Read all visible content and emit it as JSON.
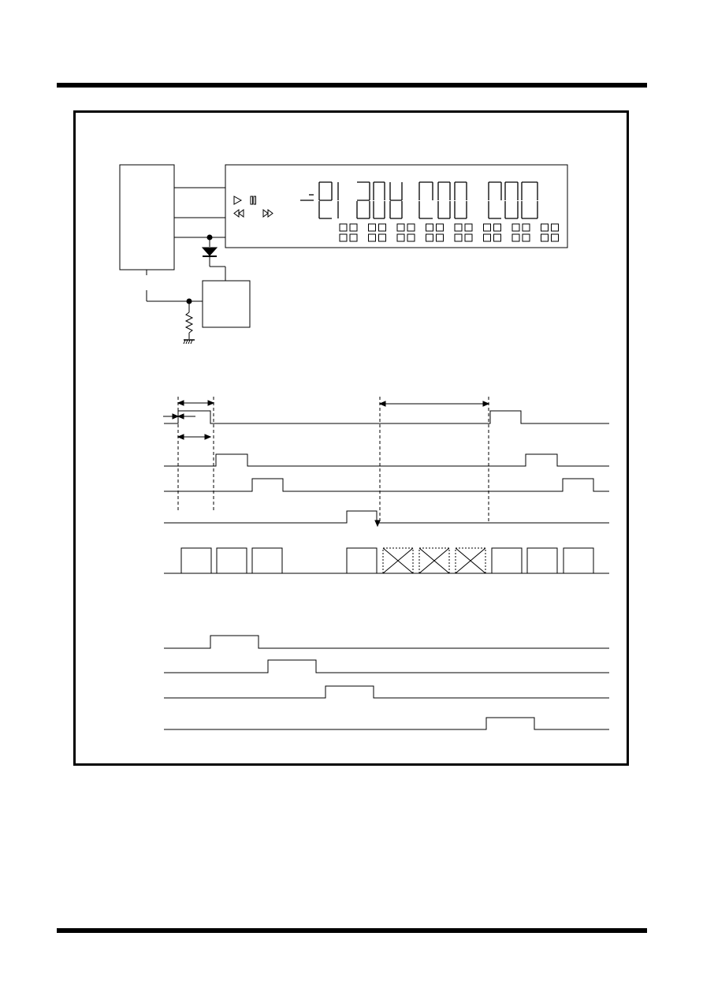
{
  "page": {
    "rule_color": "#000000",
    "line_color": "#000000"
  },
  "figure": {
    "display_panel": {
      "top_icons": [
        "play-icon",
        "pause-icon"
      ],
      "bottom_icons": [
        "rewind-icon",
        "fast-forward-icon"
      ],
      "segment_rows": 2,
      "square_indicator_rows": 2,
      "square_indicator_pairs_per_row": 8
    },
    "timing": {
      "upper_group_waveforms": 4,
      "data_slots": [
        "valid",
        "valid",
        "valid",
        "valid",
        "invalid",
        "invalid",
        "invalid",
        "valid",
        "valid",
        "valid"
      ],
      "lower_group_waveforms": 4
    }
  }
}
